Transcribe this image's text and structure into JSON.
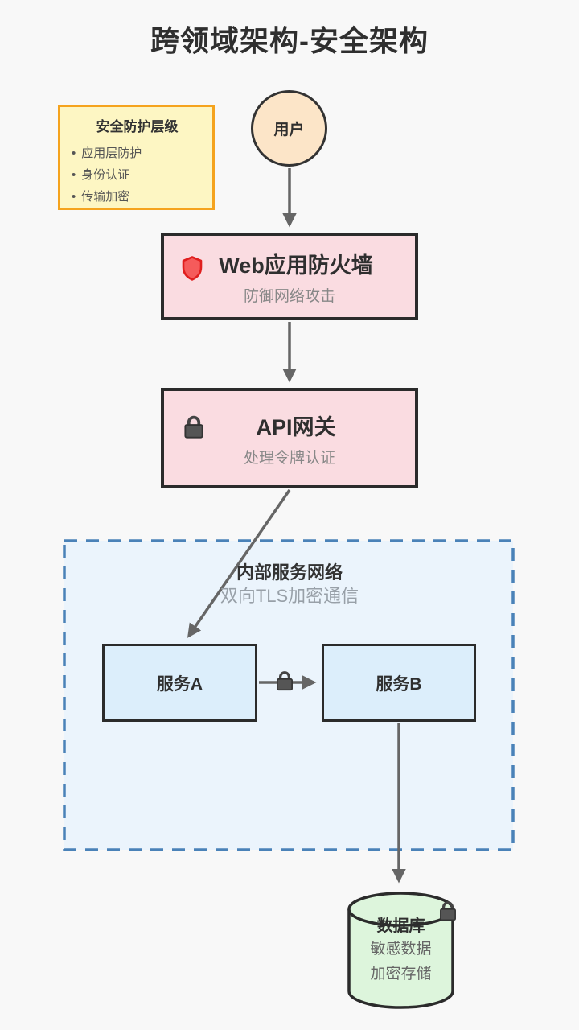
{
  "title": "跨领域架构-安全架构",
  "note": {
    "title": "安全防护层级",
    "items": [
      "应用层防护",
      "身份认证",
      "传输加密"
    ]
  },
  "user": {
    "label": "用户"
  },
  "waf": {
    "title": "Web应用防火墙",
    "subtitle": "防御网络攻击",
    "icon": "shield-icon"
  },
  "gateway": {
    "title": "API网关",
    "subtitle": "处理令牌认证",
    "icon": "lock-icon"
  },
  "zone": {
    "title": "内部服务网络",
    "subtitle": "双向TLS加密通信"
  },
  "service_a": {
    "label": "服务A"
  },
  "service_b": {
    "label": "服务B"
  },
  "database": {
    "title": "数据库",
    "line1": "敏感数据",
    "line2": "加密存储",
    "icon": "lock-icon"
  },
  "edges": [
    {
      "from": "用户",
      "to": "Web应用防火墙"
    },
    {
      "from": "Web应用防火墙",
      "to": "API网关"
    },
    {
      "from": "API网关",
      "to": "服务A"
    },
    {
      "from": "服务A",
      "to": "服务B",
      "icon": "lock-icon"
    },
    {
      "from": "服务B",
      "to": "数据库"
    }
  ],
  "colors": {
    "canvasBg": "#f8f8f8",
    "ink": "#2f2f2f",
    "boxBorder": "#2b2b2b",
    "arrow": "#666666",
    "noteBg": "#fdf6c3",
    "noteBorder": "#f5a31e",
    "pink": "#fadce1",
    "peach": "#fce5c8",
    "blueFill": "#dceefb",
    "zoneBg": "#ebf4fc",
    "zoneBorder": "#4a82b8",
    "green": "#ddf5dc",
    "shieldFill": "#f55b5b",
    "shieldStroke": "#e01e1e",
    "lockFill": "#555555",
    "muted": "#888888",
    "subtle": "#666666",
    "zoneSub": "#98a0a8"
  }
}
